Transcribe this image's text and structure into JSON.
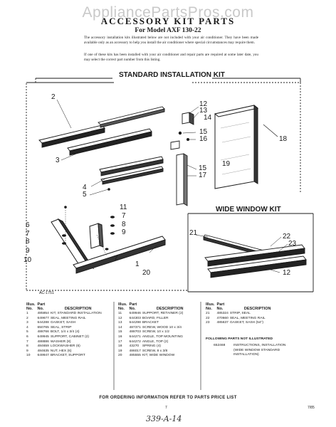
{
  "watermark": "AppliancePartsPros.com",
  "header": {
    "title": "ACCESSORY KIT PARTS",
    "model": "For Model AXF 130-22",
    "para1": "The accessory installation kits illustrated below are not included with your air conditioner. They have been made available only as an accessory to help you install the air conditioner where special circumstances may require them.",
    "para2": "If one of these kits has been installed with your air conditioner and repair parts are required at some later date, you may select the correct part number from this listing."
  },
  "sections": {
    "standard_title": "STANDARD INSTALLATION KIT",
    "wide_title": "WIDE WINDOW KIT",
    "diagram_code": "AC-1751"
  },
  "callouts": [
    "1",
    "2",
    "3",
    "4",
    "5",
    "6",
    "7",
    "8",
    "9",
    "10",
    "11",
    "12",
    "13",
    "14",
    "15",
    "16",
    "17",
    "18",
    "19",
    "20",
    "21",
    "22",
    "23"
  ],
  "columns": {
    "illus": "Illus.",
    "no": "No.",
    "part": "Part",
    "part_no": "No.",
    "description": "DESCRIPTION"
  },
  "parts_col1": [
    {
      "illus": "1",
      "part": "485854",
      "desc": "KIT, STANDARD INSTALLATION"
    },
    {
      "illus": "2",
      "part": "649677",
      "desc": "SEAL, MEETING RAIL"
    },
    {
      "illus": "3",
      "part": "644288",
      "desc": "GASKET, SASH"
    },
    {
      "illus": "4",
      "part": "650765",
      "desc": "SEAL, STRIP"
    },
    {
      "illus": "5",
      "part": "488766",
      "desc": "BOLT, 1/4 x 3/4 (4)"
    },
    {
      "illus": "6",
      "part": "649945",
      "desc": "SUPPORT, CABINET (2)"
    },
    {
      "illus": "7",
      "part": "488886",
      "desc": "WASHER (8)"
    },
    {
      "illus": "8",
      "part": "484659",
      "desc": "LOCKWASHER (6)"
    },
    {
      "illus": "9",
      "part": "484635",
      "desc": "NUT, HEX (6)"
    },
    {
      "illus": "10",
      "part": "649947",
      "desc": "BRACKET, SUPPORT"
    }
  ],
  "parts_col2": [
    {
      "illus": "11",
      "part": "649946",
      "desc": "SUPPORT, RETAINER (2)"
    },
    {
      "illus": "12",
      "part": "644303",
      "desc": "BOARD, FILLER"
    },
    {
      "illus": "13",
      "part": "644298",
      "desc": "BRACKET"
    },
    {
      "illus": "14",
      "part": "487371",
      "desc": "SCREW, WOOD 10 x 3/4"
    },
    {
      "illus": "15",
      "part": "488703",
      "desc": "SCREW, 10 x 1/2"
    },
    {
      "illus": "16",
      "part": "644271",
      "desc": "ANGLE, TOP MOUNTING"
    },
    {
      "illus": "17",
      "part": "644272",
      "desc": "ANGLE, TOP (2)"
    },
    {
      "illus": "18",
      "part": "43270",
      "desc": "SPRING (4)"
    },
    {
      "illus": "19",
      "part": "486017",
      "desc": "SCREW, 8 x 3/8"
    },
    {
      "illus": "20",
      "part": "485555",
      "desc": "KIT, WIDE WINDOW"
    }
  ],
  "parts_col3": [
    {
      "illus": "21",
      "part": "485324",
      "desc": "STRIP, SEAL"
    },
    {
      "illus": "22",
      "part": "470660",
      "desc": "SEAL, MEETING RAIL"
    },
    {
      "illus": "23",
      "part": "485637",
      "desc": "GASKET, SASH (54\")"
    }
  ],
  "not_illustrated": {
    "heading": "FOLLOWING PARTS NOT ILLUSTRATED",
    "part": "652468",
    "desc_lines": [
      "INSTRUCTIONS, INSTALLATION",
      "(WIDE WINDOW STANDARD",
      "INSTALLATION)"
    ]
  },
  "footer": {
    "ordering": "FOR ORDERING INFORMATION REFER TO PARTS PRICE LIST",
    "page": "7",
    "code": "7/85",
    "handwritten": "339-A-14"
  }
}
